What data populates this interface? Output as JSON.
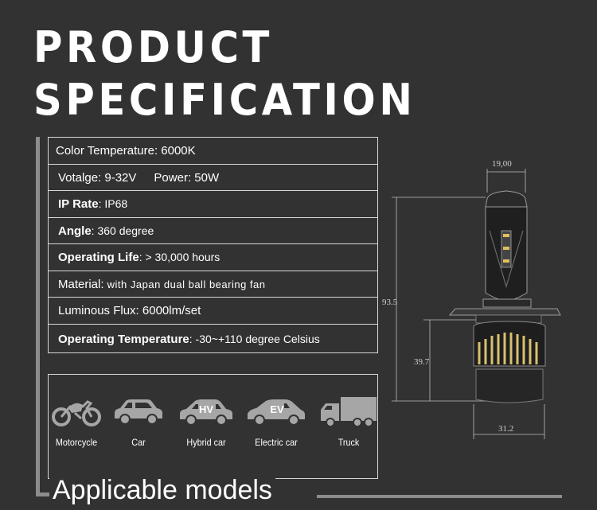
{
  "title": {
    "line1": "PRODUCT",
    "line2": "SPECIFICATION"
  },
  "specs": [
    {
      "label": "Color Temperature: 6000K",
      "value": ""
    },
    {
      "label": "Votalge: 9-32V",
      "value": "Power: 50W"
    },
    {
      "label": "IP Rate",
      "value": ": IP68"
    },
    {
      "label": "Angle",
      "value": ": 360 degree"
    },
    {
      "label": "Operating Life",
      "value": ": > 30,000 hours"
    },
    {
      "label": "Material:",
      "value": " with Japan dual ball bearing fan"
    },
    {
      "label": "Luminous Flux: 6000lm/set",
      "value": ""
    },
    {
      "label": "Operating Temperature",
      "value": ": -30~+110 degree Celsius"
    }
  ],
  "vehicles": [
    {
      "name": "Motorcycle",
      "icon": "motorcycle-icon"
    },
    {
      "name": "Car",
      "icon": "car-icon"
    },
    {
      "name": "Hybrid car",
      "icon": "hybrid-car-icon",
      "badge": "HV"
    },
    {
      "name": "Electric car",
      "icon": "electric-car-icon",
      "badge": "EV"
    },
    {
      "name": "Truck",
      "icon": "truck-icon"
    }
  ],
  "applicable_title": "Applicable models",
  "dimensions": {
    "top_width": "19,00",
    "total_height": "93.5",
    "base_height": "39.7",
    "base_width": "31.2"
  },
  "colors": {
    "background": "#323232",
    "border": "#d8d8d8",
    "accent_line": "#8c8c8c",
    "icon": "#a6a6a6"
  }
}
